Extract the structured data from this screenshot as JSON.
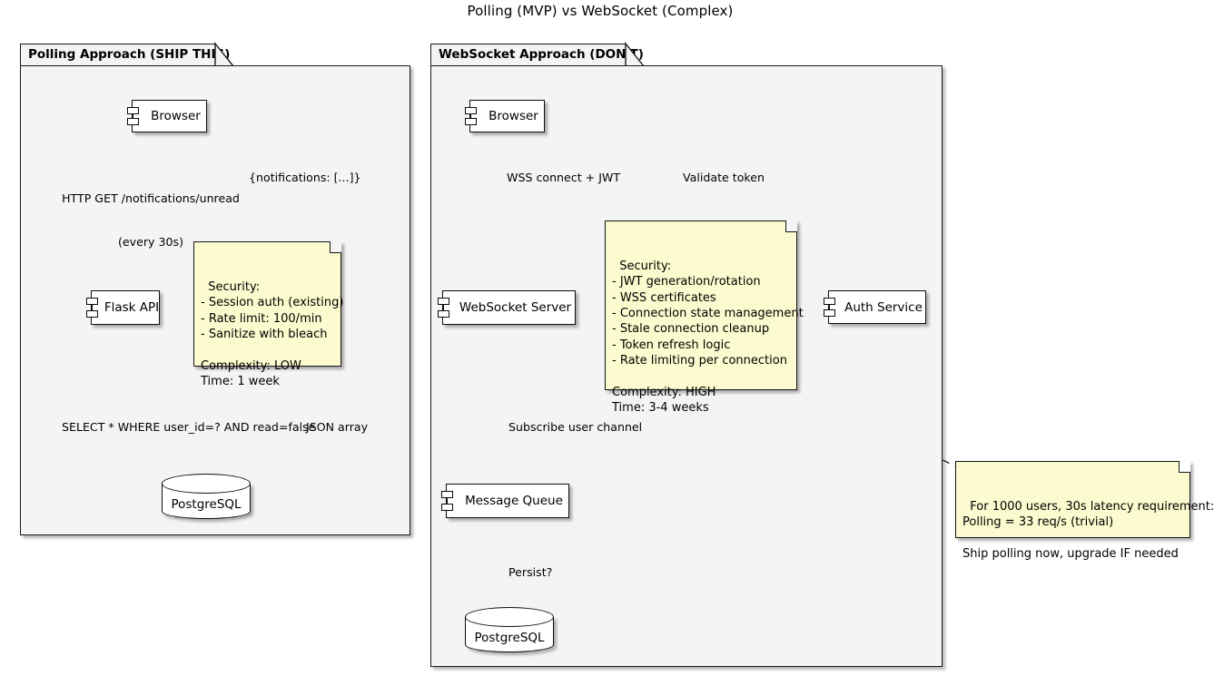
{
  "diagram": {
    "title": "Polling (MVP) vs WebSocket (Complex)",
    "type": "uml-component-diagram"
  },
  "packages": [
    {
      "id": "polling",
      "title_bold": "Polling Approach",
      "title_rest": " (SHIP THIS)",
      "title_full": "Polling Approach (SHIP THIS)"
    },
    {
      "id": "websocket",
      "title_bold": "WebSocket Approach",
      "title_rest": " (DON'T)",
      "title_full": "WebSocket Approach (DON'T)"
    }
  ],
  "components": {
    "polling_browser": "Browser",
    "polling_flask": "Flask API",
    "polling_db": "PostgreSQL",
    "ws_browser": "Browser",
    "ws_server": "WebSocket Server",
    "ws_auth": "Auth Service",
    "ws_queue": "Message Queue",
    "ws_db": "PostgreSQL"
  },
  "edges": {
    "polling_request_line1": "HTTP GET /notifications/unread",
    "polling_request_line2": "(every 30s)",
    "polling_response": "{notifications: [...]}",
    "polling_query": "SELECT * WHERE user_id=? AND read=false",
    "polling_result": "JSON array",
    "ws_connect": "WSS connect + JWT",
    "ws_validate": "Validate token",
    "ws_subscribe": "Subscribe user channel",
    "ws_persist": "Persist?"
  },
  "notes": {
    "polling_security": "Security:\n- Session auth (existing)\n- Rate limit: 100/min\n- Sanitize with bleach\n\nComplexity: LOW\nTime: 1 week",
    "websocket_security": "Security:\n- JWT generation/rotation\n- WSS certificates\n- Connection state management\n- Stale connection cleanup\n- Token refresh logic\n- Rate limiting per connection\n\nComplexity: HIGH\nTime: 3-4 weeks",
    "verdict": "For 1000 users, 30s latency requirement:\nPolling = 33 req/s (trivial)\n\nShip polling now, upgrade IF needed"
  },
  "colors": {
    "package_background": "#f4f4f4",
    "note_background": "#fbfbcf",
    "component_background": "#ffffff",
    "stroke": "#0d0d0d",
    "page_background": "#ffffff"
  }
}
